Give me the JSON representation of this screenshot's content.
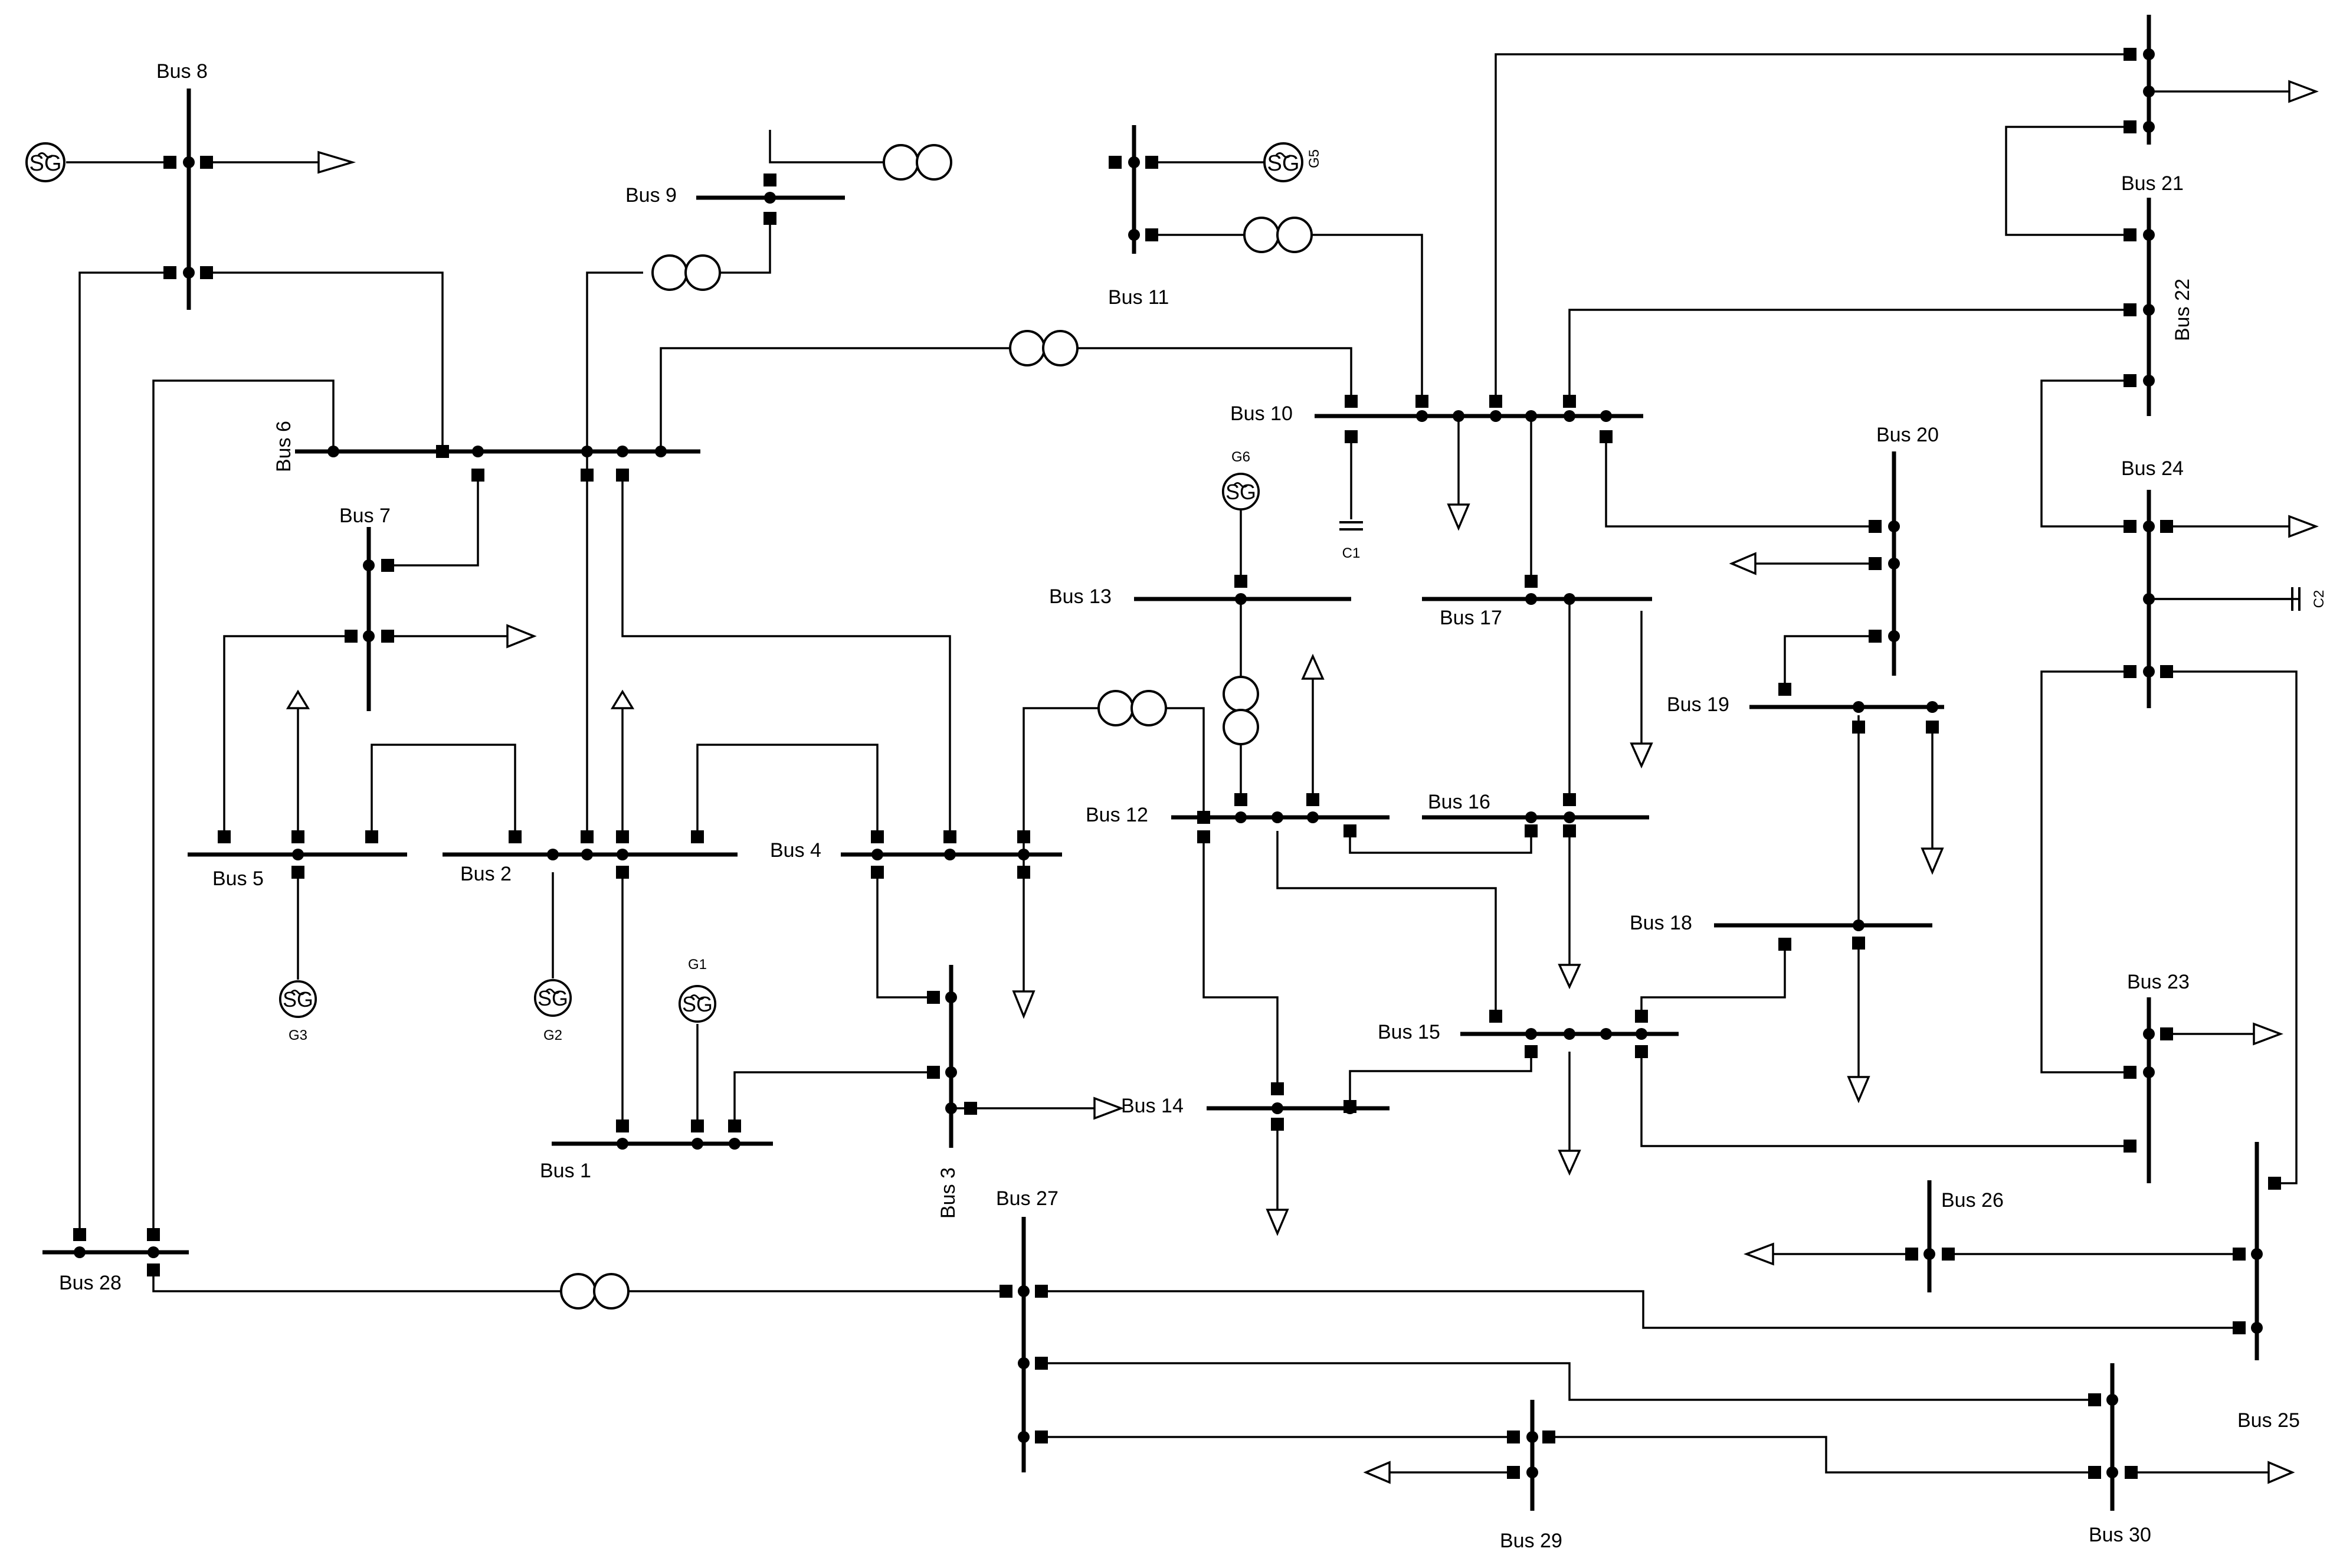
{
  "buses": {
    "b1": "Bus 1",
    "b2": "Bus 2",
    "b3": "Bus 3",
    "b4": "Bus 4",
    "b5": "Bus 5",
    "b6": "Bus 6",
    "b7": "Bus 7",
    "b8": "Bus 8",
    "b9": "Bus 9",
    "b10": "Bus 10",
    "b11": "Bus 11",
    "b12": "Bus 12",
    "b13": "Bus 13",
    "b14": "Bus 14",
    "b15": "Bus 15",
    "b16": "Bus 16",
    "b17": "Bus 17",
    "b18": "Bus 18",
    "b19": "Bus 19",
    "b20": "Bus 20",
    "b21": "Bus 21",
    "b22": "Bus 22",
    "b23": "Bus 23",
    "b24": "Bus 24",
    "b25": "Bus 25",
    "b26": "Bus 26",
    "b27": "Bus 27",
    "b28": "Bus 28",
    "b29": "Bus 29",
    "b30": "Bus 30"
  },
  "generators": {
    "g1": "G1",
    "g2": "G2",
    "g3": "G3",
    "g5": "G5",
    "g6": "G6",
    "symbol": "SG"
  },
  "capacitors": {
    "c1": "C1",
    "c2": "C2"
  }
}
